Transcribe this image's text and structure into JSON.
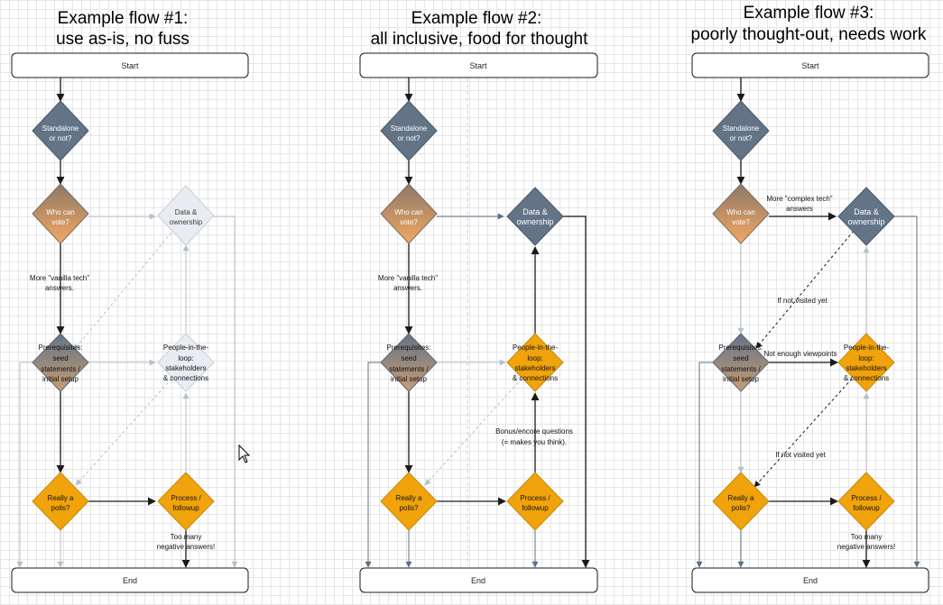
{
  "flows": [
    {
      "title_line1": "Example flow #1:",
      "title_line2": "use as-is, no fuss",
      "start": "Start",
      "end": "End",
      "standalone": [
        "Standalone",
        "or not?"
      ],
      "who_can_vote": [
        "Who can",
        "vote?"
      ],
      "data_ownership": [
        "Data &",
        "ownership"
      ],
      "prerequisites": [
        "Prerequisites:",
        "seed",
        "statements /",
        "initial setup"
      ],
      "people_loop": [
        "People-in-the-",
        "loop:",
        "stakeholders",
        "& connections"
      ],
      "really_polis": [
        "Really a",
        "polis?"
      ],
      "process_followup": [
        "Process /",
        "followup"
      ],
      "label_vanilla": [
        "More \"vanilla tech\"",
        "answers."
      ],
      "label_negative": [
        "Too many",
        "negative answers!"
      ]
    },
    {
      "title_line1": "Example flow #2:",
      "title_line2": "all inclusive, food for thought",
      "start": "Start",
      "end": "End",
      "standalone": [
        "Standalone",
        "or not?"
      ],
      "who_can_vote": [
        "Who can",
        "vote?"
      ],
      "data_ownership": [
        "Data &",
        "ownership"
      ],
      "prerequisites": [
        "Prerequisites:",
        "seed",
        "statements /",
        "initial setup"
      ],
      "people_loop": [
        "People-in-the-",
        "loop:",
        "stakeholders",
        "& connections"
      ],
      "really_polis": [
        "Really a",
        "polis?"
      ],
      "process_followup": [
        "Process /",
        "followup"
      ],
      "label_vanilla": [
        "More \"vanilla tech\"",
        "answers."
      ],
      "label_bonus": [
        "Bonus/encore questions",
        "(= makes you think)."
      ]
    },
    {
      "title_line1": "Example flow #3:",
      "title_line2": "poorly thought-out, needs work",
      "start": "Start",
      "end": "End",
      "standalone": [
        "Standalone",
        "or not?"
      ],
      "who_can_vote": [
        "Who can",
        "vote?"
      ],
      "data_ownership": [
        "Data &",
        "ownership"
      ],
      "prerequisites": [
        "Prerequisites:",
        "seed",
        "statements /",
        "initial setup"
      ],
      "people_loop": [
        "People-in-the-",
        "loop:",
        "stakeholders",
        "& connections"
      ],
      "really_polis": [
        "Really a",
        "polis?"
      ],
      "process_followup": [
        "Process /",
        "followup"
      ],
      "label_complex": [
        "More \"complex tech\"",
        "answers"
      ],
      "label_not_visited_1": "If not visited yet",
      "label_not_enough": "Not enough viewpoints",
      "label_not_visited_2": "If not visited yet",
      "label_negative": [
        "Too many",
        "negative answers!"
      ]
    }
  ],
  "colors": {
    "slate": "#647487",
    "brown_top": "#8d7869",
    "orange_bottom": "#f2a861",
    "amber": "#f0a30a",
    "faded": "#e9edf2",
    "line_dark": "#1a1a1a",
    "line_faded": "#b6c1cc"
  }
}
